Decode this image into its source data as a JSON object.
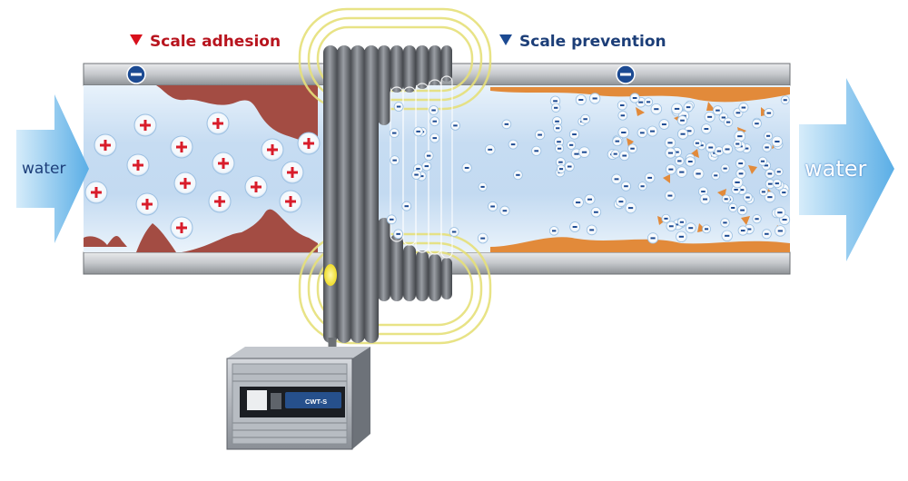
{
  "labels": {
    "scale_adhesion": "Scale adhesion",
    "scale_prevention": "Scale prevention",
    "water_in": "water",
    "water_out": "water"
  },
  "colors": {
    "adhesion_marker": "#d8101c",
    "prevention_marker": "#1c4a92",
    "positive_ion": "#d81c2a",
    "negative_ion": "#1c4a92",
    "scale_deposit": "#a34c43",
    "scale_fragments": "#e28a3a",
    "magnetic_field": "#e6e07a",
    "water": "#cfe2f5",
    "arrow": "#64b6ea"
  },
  "icons": {
    "inlet_arrow": "arrow-right-icon",
    "outlet_arrow": "arrow-right-icon",
    "adhesion_marker": "triangle-down-icon",
    "prevention_marker": "triangle-down-icon",
    "positive_ion": "plus-ion-icon",
    "negative_ion": "minus-ion-icon"
  },
  "device": {
    "panel_text": "CWT-S"
  }
}
